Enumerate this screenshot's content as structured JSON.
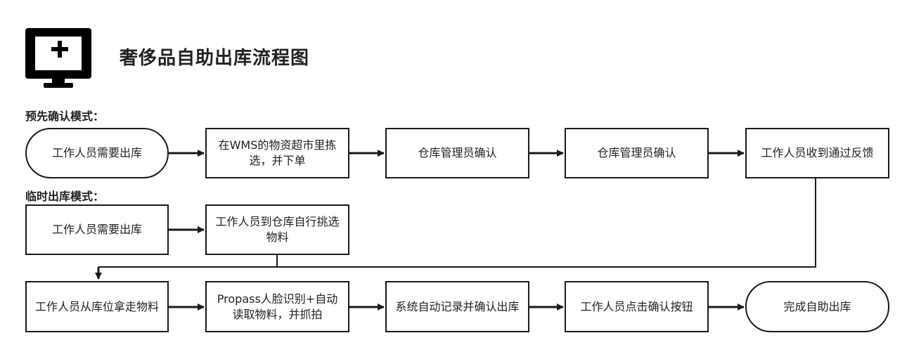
{
  "title": "奢侈品自助出库流程图",
  "icon": "monitor-plus-icon",
  "sections": {
    "preconfirm": "预先确认模式：",
    "temporary": "临时出库模式："
  },
  "nodes": {
    "pre_start": "工作人员需要出库",
    "pre_pick": "在WMS的物资超市里拣选，并下单",
    "pre_confirm_1": "仓库管理员确认",
    "pre_confirm_2": "仓库管理员确认",
    "pre_feedback": "工作人员收到通过反馈",
    "tmp_start": "工作人员需要出库",
    "tmp_pick": "工作人员到仓库自行挑选物料",
    "take": "工作人员从库位拿走物料",
    "face": "Propass人脸识别+自动读取物料，并抓拍",
    "record": "系统自动记录并确认出库",
    "click": "工作人员点击确认按钮",
    "done": "完成自助出库"
  },
  "colors": {
    "line": "#1a1a1a",
    "icon": "#000000"
  }
}
